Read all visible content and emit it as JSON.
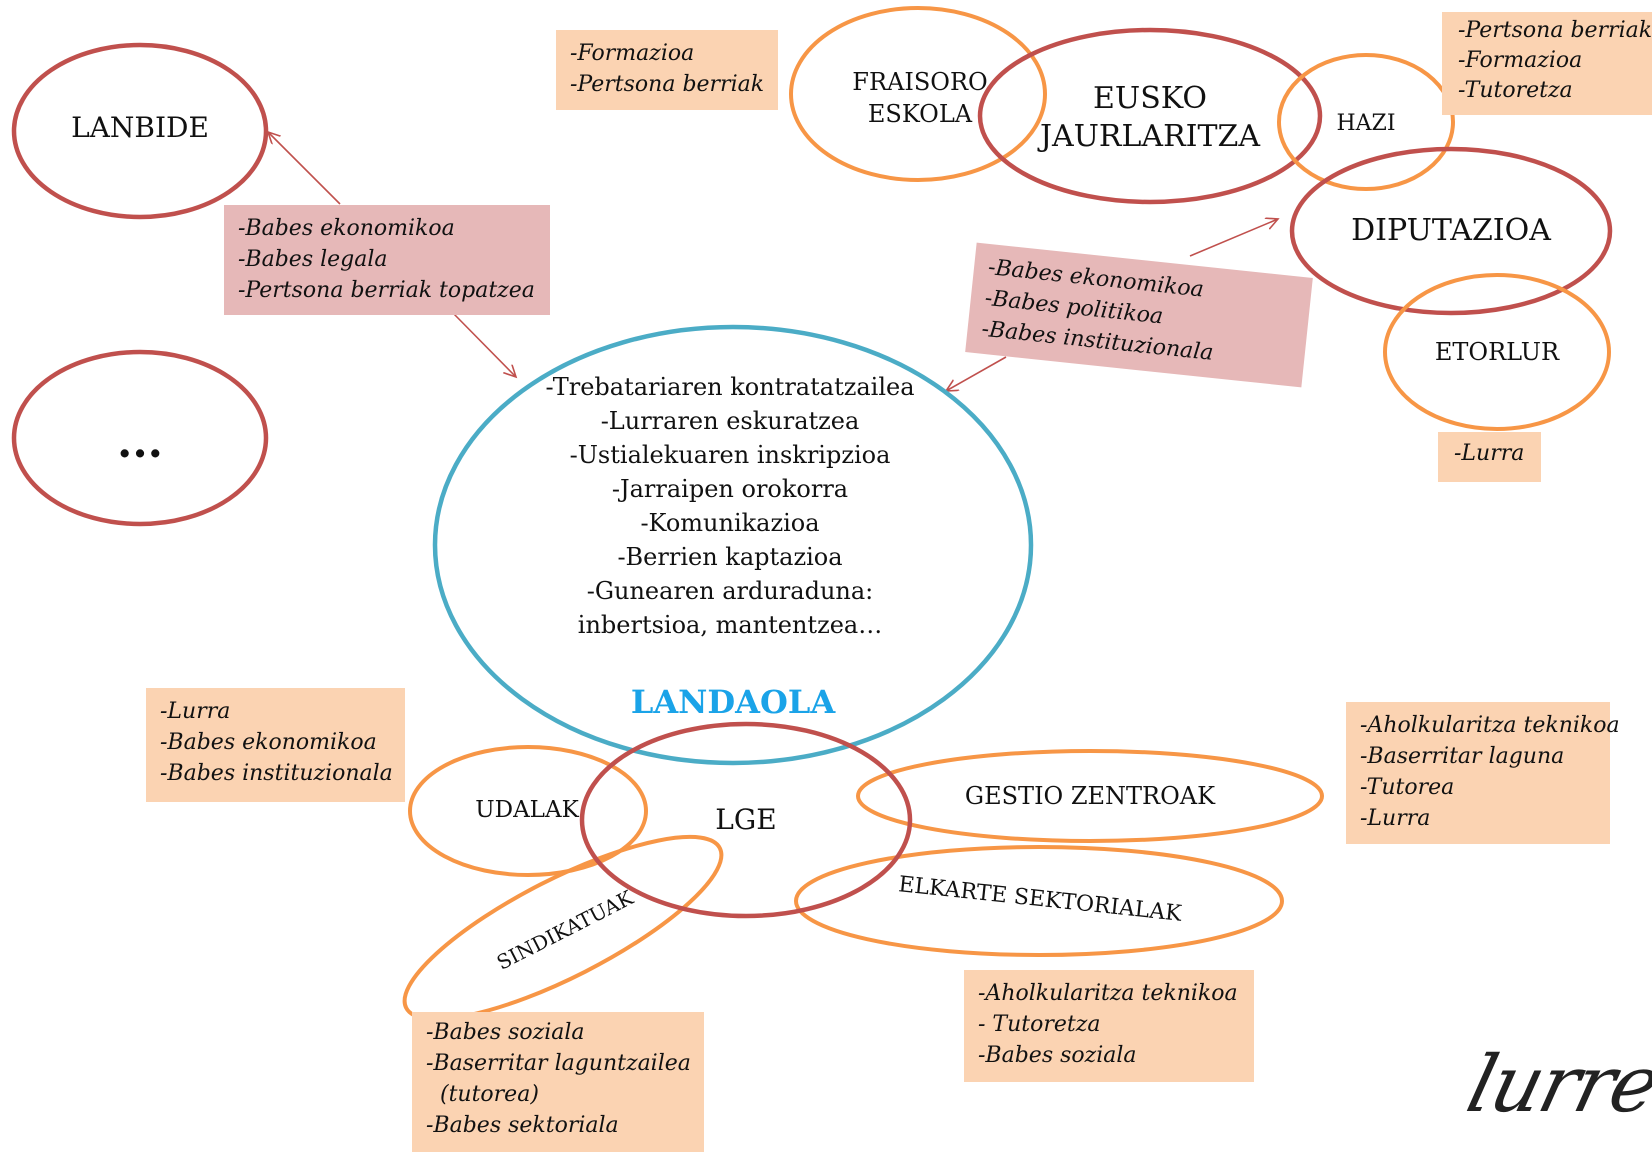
{
  "nodes": {
    "lanbide": "LANBIDE",
    "ellipsis": "...",
    "fraisoro": [
      "FRAISORO",
      "ESKOLA"
    ],
    "eusko": [
      "EUSKO",
      "JAURLARITZA"
    ],
    "hazi": "HAZI",
    "diputazioa": "DIPUTAZIOA",
    "etorlur": "ETORLUR",
    "udalak": "UDALAK",
    "lge": "LGE",
    "gestio": "GESTIO ZENTROAK",
    "elkarte": "ELKARTE SEKTORIALAK",
    "sindikatuak": "SINDIKATUAK",
    "landaola": "LANDAOLA"
  },
  "landaola_items": [
    "-Trebatariaren kontratatzailea",
    "-Lurraren eskuratzea",
    "-Ustialekuaren inskripzioa",
    "-Jarraipen orokorra",
    "-Komunikazioa",
    "-Berrien kaptazioa",
    "-Gunearen arduraduna:",
    "inbertsioa, mantentzea…"
  ],
  "boxes": {
    "fraisoro_box": [
      "-Formazioa",
      "-Pertsona berriak"
    ],
    "hazi_box": [
      "-Pertsona berriak",
      "-Formazioa",
      "-Tutoretza"
    ],
    "lanbide_box": [
      "-Babes ekonomikoa",
      "-Babes legala",
      "-Pertsona berriak topatzea"
    ],
    "diputazioa_box": [
      "-Babes ekonomikoa",
      "-Babes politikoa",
      "-Babes instituzionala"
    ],
    "etorlur_box": [
      "-Lurra"
    ],
    "udalak_box": [
      "-Lurra",
      "-Babes ekonomikoa",
      "-Babes instituzionala"
    ],
    "gestio_box": [
      "-Aholkularitza teknikoa",
      "-Baserritar laguna",
      "-Tutorea",
      "-Lurra"
    ],
    "elkarte_box": [
      "-Aholkularitza teknikoa",
      "- Tutoretza",
      "-Babes soziala"
    ],
    "sindikatuak_box": [
      "-Babes soziala",
      "-Baserritar laguntzailea",
      "  (tutorea)",
      "-Babes sektoriala"
    ]
  },
  "logo_text": "lurrei",
  "colors": {
    "red": "#c0504d",
    "orange": "#f79646",
    "blue": "#4bacc6",
    "landaola_label": "#1aa3e8",
    "peach_box": "#fbd3b2",
    "pink_box": "#e6b8b8"
  }
}
